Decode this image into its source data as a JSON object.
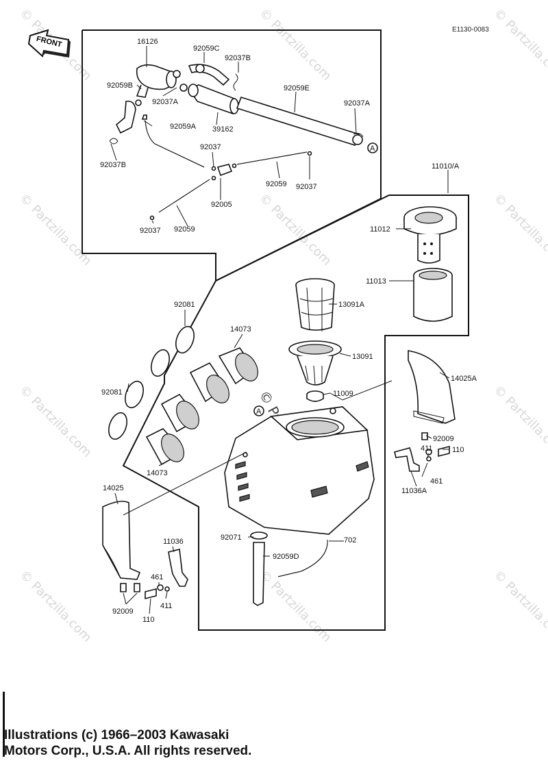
{
  "diagram": {
    "code": "E1130-0083",
    "front_label": "FRONT",
    "ref_marker": "A",
    "watermark": "© Partzilla.com",
    "callouts": {
      "p16126": "16126",
      "p92059C": "92059C",
      "p92037B_top": "92037B",
      "p92059B": "92059B",
      "p92037A_left": "92037A",
      "p92059E": "92059E",
      "p92037A_right": "92037A",
      "p92059A": "92059A",
      "p39162": "39162",
      "p92037B_left": "92037B",
      "p92037_mid": "92037",
      "p92059_right": "92059",
      "p92037_right": "92037",
      "p92005": "92005",
      "p92037_bottom": "92037",
      "p92059_bottom": "92059",
      "p11010A": "11010/A",
      "p11012": "11012",
      "p11013": "11013",
      "p13091A": "13091A",
      "p13091": "13091",
      "p11009": "11009",
      "p92081_top": "92081",
      "p14073_top": "14073",
      "p92081_left": "92081",
      "p14073_bottom": "14073",
      "p14025A": "14025A",
      "p92009_right": "92009",
      "p411_right": "411",
      "p110_right": "110",
      "p461_right": "461",
      "p11036A": "11036A",
      "p14025": "14025",
      "p11036": "11036",
      "p461_left": "461",
      "p411_left": "411",
      "p92009_left": "92009",
      "p110_left": "110",
      "p92071": "92071",
      "p92059D": "92059D",
      "p702": "702"
    }
  },
  "footer": {
    "copyright_line1": "Illustrations (c) 1966–2003 Kawasaki",
    "copyright_line2": "Motors Corp., U.S.A.  All rights reserved."
  }
}
